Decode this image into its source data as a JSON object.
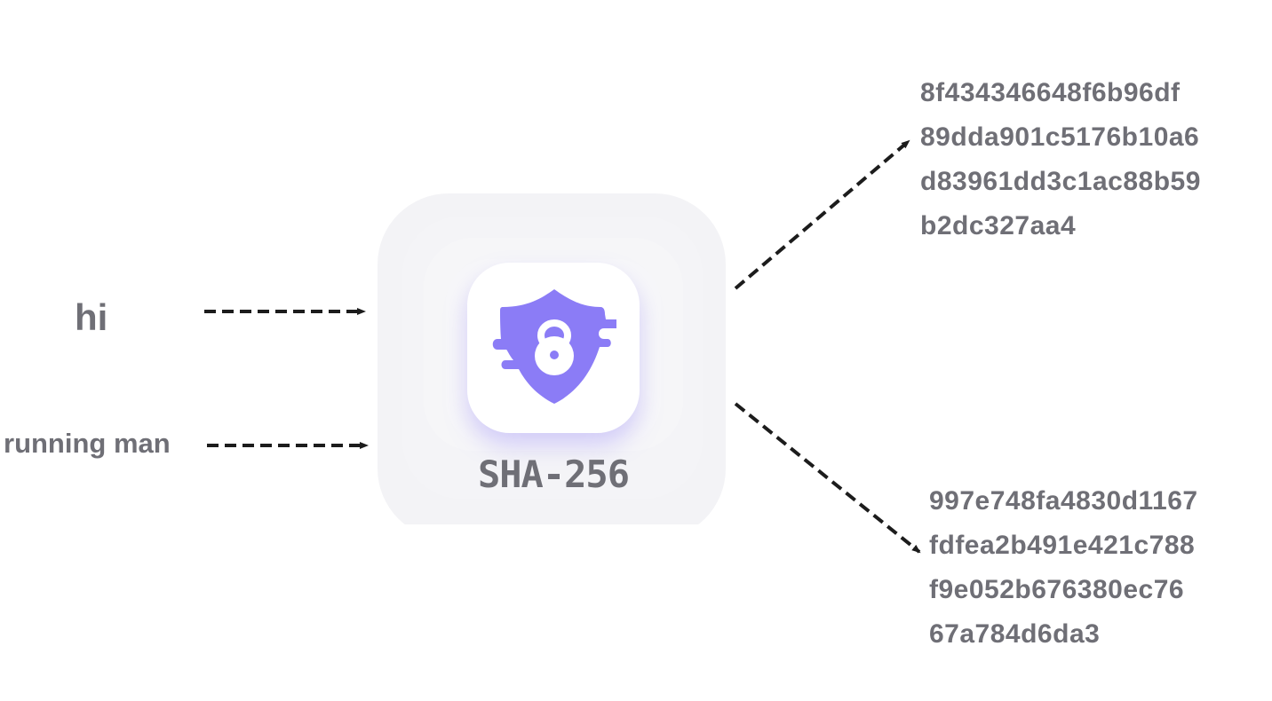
{
  "inputs": [
    {
      "label": "hi"
    },
    {
      "label": "running man"
    }
  ],
  "algorithm": {
    "name": "SHA-256",
    "icon": "shield-lock-icon",
    "accent_color": "#8b7cf6"
  },
  "outputs": [
    {
      "hash_lines": [
        "8f434346648f6b96df",
        "89dda901c5176b10a6",
        "d83961dd3c1ac88b59",
        "b2dc327aa4"
      ]
    },
    {
      "hash_lines": [
        "997e748fa4830d1167",
        "fdfea2b491e421c788",
        "f9e052b676380ec76",
        "67a784d6da3"
      ]
    }
  ]
}
